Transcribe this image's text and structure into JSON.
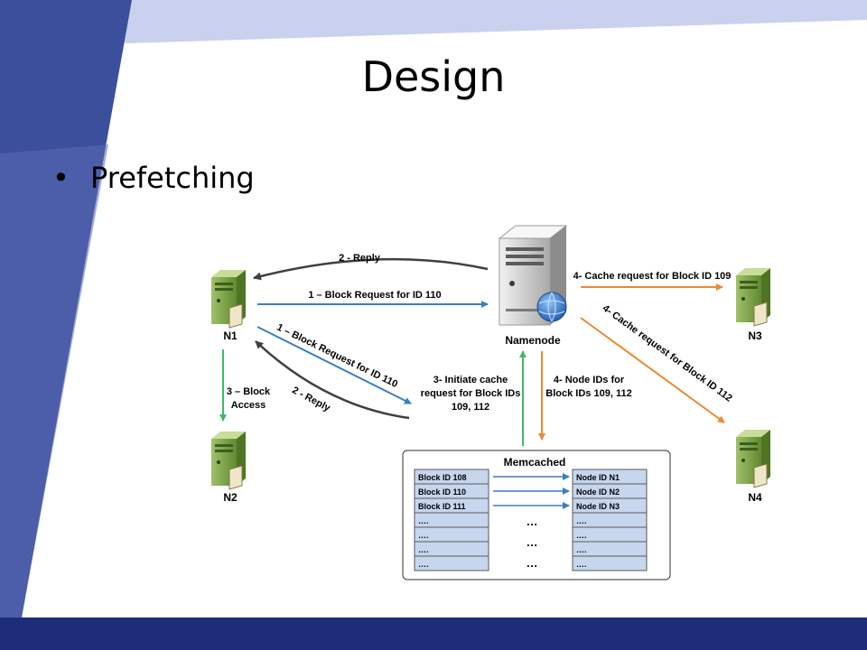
{
  "slide": {
    "title": "Design",
    "bullet": "Prefetching",
    "bullet_glyph": "•",
    "colors": {
      "band_blue": "#3c4f9c",
      "band_light": "#c9d1ee",
      "footer": "#1e2d7a",
      "arrow_blue": "#3a7fc1",
      "arrow_orange": "#ec8a2e",
      "arrow_green": "#44b86a",
      "arrow_dark": "#404040",
      "cell_fill": "#c6d6ef"
    }
  },
  "diagram": {
    "nodes": {
      "n1": "N1",
      "n2": "N2",
      "n3": "N3",
      "n4": "N4",
      "namenode": "Namenode",
      "memcached": "Memcached"
    },
    "arrows": {
      "reply_top": "2 - Reply",
      "block_request_top": "1 – Block Request for ID 110",
      "block_request_diag": "1 – Block Request for ID 110",
      "reply_diag": "2 - Reply",
      "block_access_1": "3 – Block",
      "block_access_2": "Access",
      "initiate_1": "3- Initiate cache",
      "initiate_2": "request for Block IDs",
      "initiate_3": "109, 112",
      "node_ids_1": "4- Node IDs for",
      "node_ids_2": "Block IDs 109, 112",
      "cache_n3": "4- Cache request for Block ID 109",
      "cache_n4": "4- Cache request for Block ID 112"
    },
    "memcached_table": {
      "left": [
        "Block ID 108",
        "Block ID 110",
        "Block ID 111",
        "….",
        "….",
        "….",
        "…."
      ],
      "right": [
        "Node ID N1",
        "Node ID N2",
        "Node ID N3",
        "….",
        "….",
        "….",
        "…."
      ],
      "ellipsis": [
        "…",
        "…",
        "…"
      ]
    }
  }
}
